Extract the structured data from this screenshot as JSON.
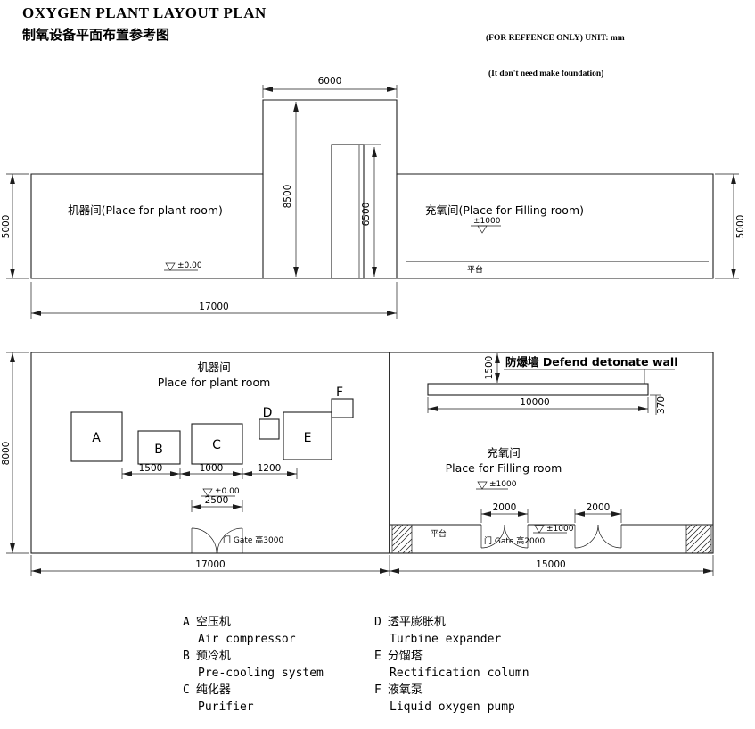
{
  "header": {
    "title": "OXYGEN PLANT LAYOUT PLAN",
    "subtitle": "制氧设备平面布置参考图",
    "note_reference": "(FOR REFFENCE ONLY)    UNIT: mm",
    "note_foundation": "(It don't need make foundation)"
  },
  "elevation": {
    "plant_room_label": "机器间(Place for plant room)",
    "filling_room_label": "充氧间(Place for Filling room)",
    "platform_label": "平台",
    "level_zero": "±0.00",
    "level_plus_1000": "±1000",
    "dims": {
      "tower_width": "6000",
      "tower_height": "8500",
      "door_height": "6500",
      "left_wall_height": "5000",
      "right_wall_height": "5000",
      "plant_room_width": "17000"
    }
  },
  "plan": {
    "plant_room": {
      "name_cn": "机器间",
      "name_en": "Place for plant room"
    },
    "filling_room": {
      "name_cn": "充氧间",
      "name_en": "Place for Filling room"
    },
    "defend_wall_label": "防爆墙 Defend detonate wall",
    "platform_label": "平台",
    "level_zero": "±0.00",
    "level_plus_1000": "±1000",
    "level_plus_1000_gate": "±1000",
    "gate_plant_label": "门 Gate 高3000",
    "gate_filling_label": "门 Gate 高2000",
    "equipment": [
      "A",
      "B",
      "C",
      "D",
      "E",
      "F"
    ],
    "dims": {
      "gap_ab": "1500",
      "gap_bc": "1000",
      "gap_ce": "1200",
      "plant_gate_width": "2500",
      "plant_room_width": "17000",
      "filling_room_width": "15000",
      "room_depth": "8000",
      "wall_offset": "1500",
      "wall_length": "10000",
      "wall_thickness": "370",
      "filling_gate1_width": "2000",
      "filling_gate2_width": "2000"
    }
  },
  "legend": {
    "items": [
      {
        "key": "A",
        "name_cn": "空压机",
        "name_en": "Air compressor"
      },
      {
        "key": "B",
        "name_cn": "预冷机",
        "name_en": "Pre-cooling system"
      },
      {
        "key": "C",
        "name_cn": "纯化器",
        "name_en": "Purifier"
      },
      {
        "key": "D",
        "name_cn": "透平膨胀机",
        "name_en": "Turbine expander"
      },
      {
        "key": "E",
        "name_cn": "分馏塔",
        "name_en": "Rectification column"
      },
      {
        "key": "F",
        "name_cn": "液氧泵",
        "name_en": "Liquid oxygen pump"
      }
    ]
  }
}
